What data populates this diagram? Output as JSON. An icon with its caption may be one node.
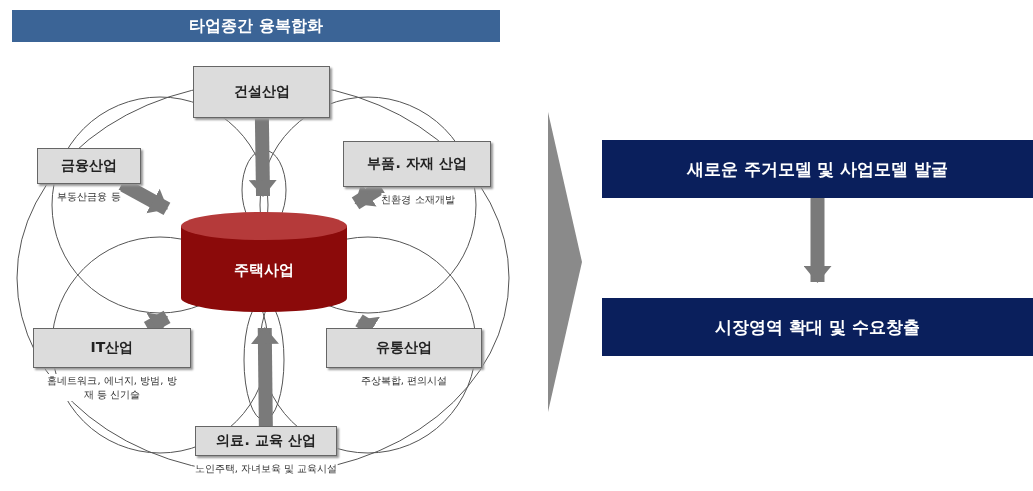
{
  "diagram": {
    "title": "타업종간 융복합화",
    "nodes": [
      {
        "text": [
          "건설산업"
        ]
      },
      {
        "text": [
          "금융산업"
        ],
        "beside": [
          "부동산금융 등"
        ]
      },
      {
        "text": [
          "부품. 자재 산업"
        ],
        "beside": [
          "친환경 소재개발"
        ]
      },
      {
        "text": [
          "주택사업"
        ]
      },
      {
        "text": [
          "IT산업"
        ],
        "beside": [
          "홈네트워크, 에너지, 방범, 방재 등 신기술"
        ]
      },
      {
        "text": [
          "유통산업"
        ],
        "beside": [
          "주상복합, 편의시설"
        ]
      },
      {
        "text": [
          "의료. 교육 산업"
        ],
        "beside": [
          "노인주택, 자녀보육 및 교육시설"
        ]
      },
      {
        "text": [
          "새로운 주거모델 및 사업모델 발굴"
        ]
      },
      {
        "text": [
          "시장영역 확대 및 수요창출"
        ]
      }
    ],
    "edges": [
      {
        "from": 0,
        "to": 3,
        "arrow": "to"
      },
      {
        "from": 1,
        "to": 3,
        "arrow": "to"
      },
      {
        "from": 2,
        "to": 3,
        "arrow": "to"
      },
      {
        "from": 4,
        "to": 3,
        "arrow": "to"
      },
      {
        "from": 5,
        "to": 3,
        "arrow": "to"
      },
      {
        "from": 6,
        "to": 3,
        "arrow": "to"
      },
      {
        "from": 7,
        "to": 8,
        "arrow": "to"
      }
    ]
  }
}
